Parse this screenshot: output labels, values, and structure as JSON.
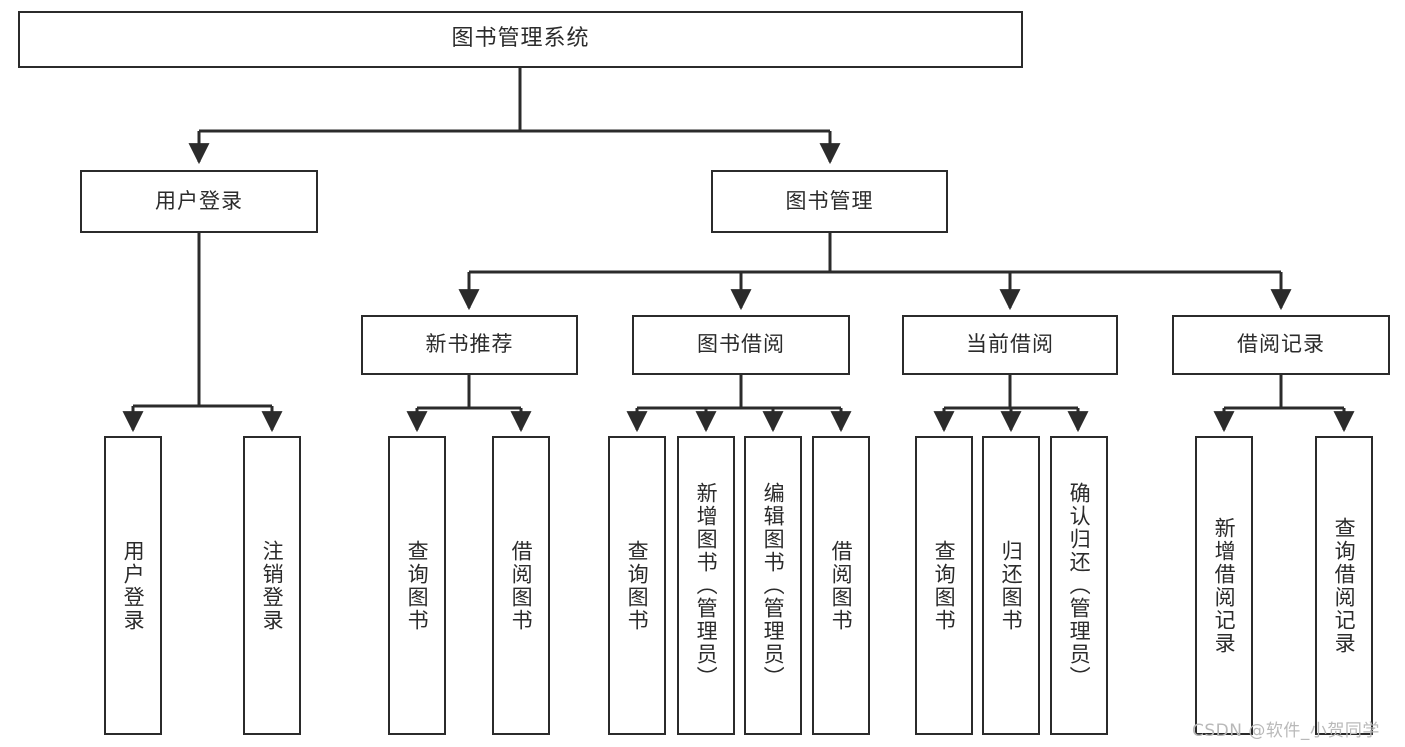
{
  "diagram": {
    "title": "图书管理系统",
    "type": "tree-hierarchy-flowchart",
    "root": {
      "id": "root",
      "label": "图书管理系统"
    },
    "level2": [
      {
        "id": "user-login",
        "label": "用户登录"
      },
      {
        "id": "book-management",
        "label": "图书管理"
      }
    ],
    "level3": [
      {
        "id": "new-book-recommend",
        "label": "新书推荐"
      },
      {
        "id": "book-borrow",
        "label": "图书借阅"
      },
      {
        "id": "current-borrow",
        "label": "当前借阅"
      },
      {
        "id": "borrow-record",
        "label": "借阅记录"
      }
    ],
    "leaves": {
      "user_login": [
        {
          "id": "leaf-user-login",
          "label": "用户登录"
        },
        {
          "id": "leaf-logout-login",
          "label": "注销登录"
        }
      ],
      "new_book_recommend": [
        {
          "id": "leaf-query-book-1",
          "label": "查询图书"
        },
        {
          "id": "leaf-borrow-book-1",
          "label": "借阅图书"
        }
      ],
      "book_borrow": [
        {
          "id": "leaf-query-book-2",
          "label": "查询图书"
        },
        {
          "id": "leaf-add-book",
          "label": "新增图书（管理员）"
        },
        {
          "id": "leaf-edit-book",
          "label": "编辑图书（管理员）"
        },
        {
          "id": "leaf-borrow-book-2",
          "label": "借阅图书"
        }
      ],
      "current_borrow": [
        {
          "id": "leaf-query-book-3",
          "label": "查询图书"
        },
        {
          "id": "leaf-return-book",
          "label": "归还图书"
        },
        {
          "id": "leaf-confirm-return",
          "label": "确认归还（管理员）"
        }
      ],
      "borrow_record": [
        {
          "id": "leaf-add-record",
          "label": "新增借阅记录"
        },
        {
          "id": "leaf-query-record",
          "label": "查询借阅记录"
        }
      ]
    },
    "colors": {
      "stroke": "#2b2b2b",
      "fill": "#ffffff",
      "text": "#2b2b2b",
      "watermark": "#b9b9b9"
    }
  },
  "watermark": {
    "text": "CSDN @软件_小贺同学"
  }
}
